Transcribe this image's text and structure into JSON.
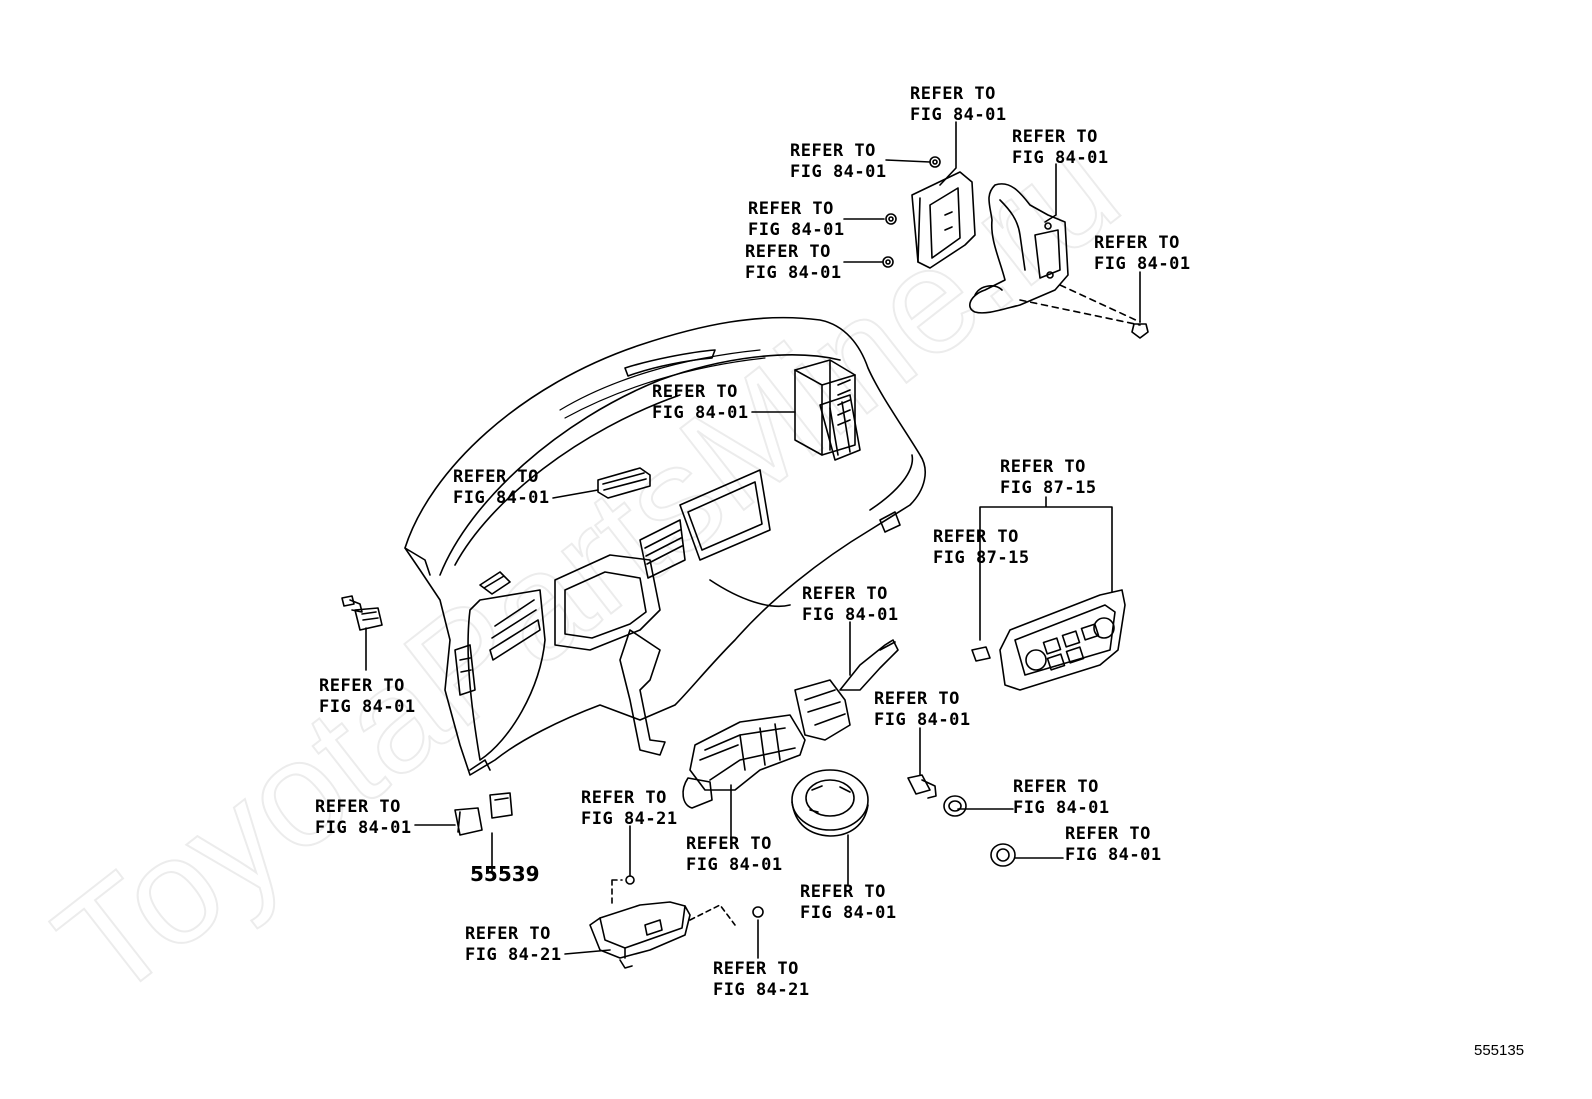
{
  "watermark": "ToyotaPartsMine.ru",
  "illustration_id": "555135",
  "part_numbers": [
    "55539"
  ],
  "callouts": [
    {
      "line1": "REFER TO",
      "line2": "FIG 84-01"
    },
    {
      "line1": "REFER TO",
      "line2": "FIG 84-01"
    },
    {
      "line1": "REFER TO",
      "line2": "FIG 84-01"
    },
    {
      "line1": "REFER TO",
      "line2": "FIG 84-01"
    },
    {
      "line1": "REFER TO",
      "line2": "FIG 84-01"
    },
    {
      "line1": "REFER TO",
      "line2": "FIG 84-01"
    },
    {
      "line1": "REFER TO",
      "line2": "FIG 84-01"
    },
    {
      "line1": "REFER TO",
      "line2": "FIG 84-01"
    },
    {
      "line1": "REFER TO",
      "line2": "FIG 87-15"
    },
    {
      "line1": "REFER TO",
      "line2": "FIG 87-15"
    },
    {
      "line1": "REFER TO",
      "line2": "FIG 84-01"
    },
    {
      "line1": "REFER TO",
      "line2": "FIG 84-01"
    },
    {
      "line1": "REFER TO",
      "line2": "FIG 84-01"
    },
    {
      "line1": "REFER TO",
      "line2": "FIG 84-01"
    },
    {
      "line1": "REFER TO",
      "line2": "FIG 84-01"
    },
    {
      "line1": "REFER TO",
      "line2": "FIG 84-21"
    },
    {
      "line1": "REFER TO",
      "line2": "FIG 84-01"
    },
    {
      "line1": "REFER TO",
      "line2": "FIG 84-01"
    },
    {
      "line1": "REFER TO",
      "line2": "FIG 84-01"
    },
    {
      "line1": "REFER TO",
      "line2": "FIG 84-21"
    },
    {
      "line1": "REFER TO",
      "line2": "FIG 84-21"
    }
  ]
}
